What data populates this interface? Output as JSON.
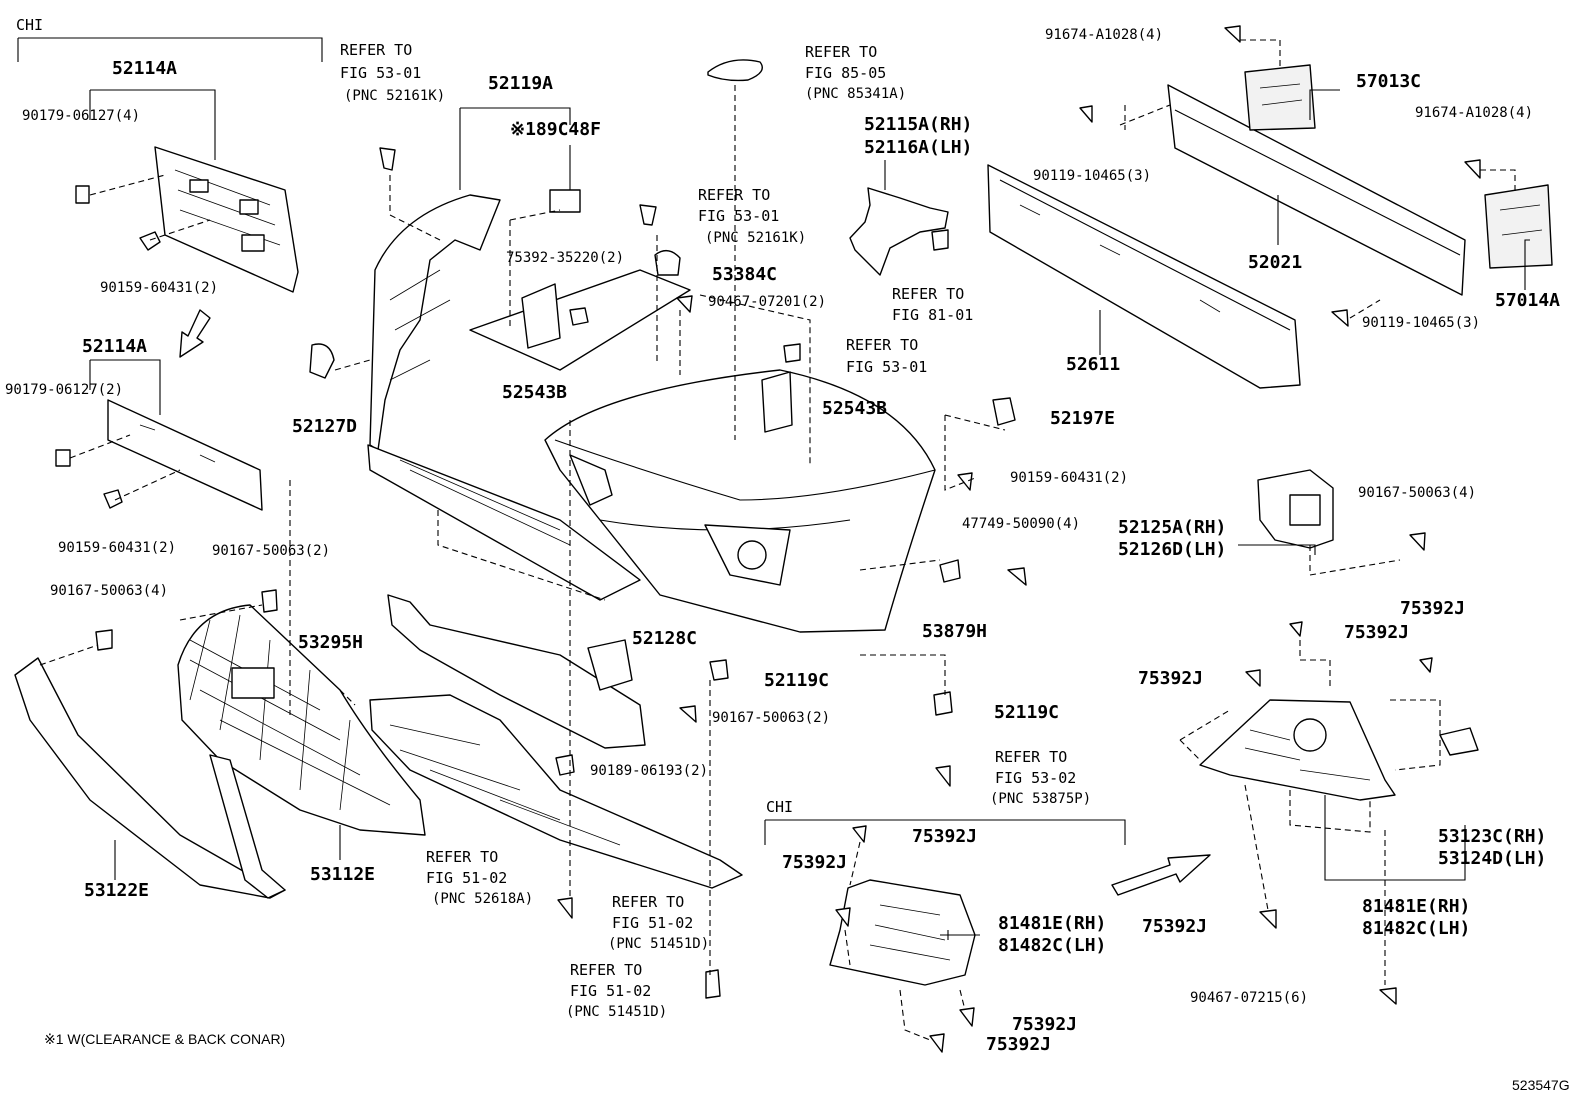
{
  "group_labels": {
    "chi_top": "CHI",
    "chi_bottom": "CHI"
  },
  "footnote": "※1 W(CLEARANCE & BACK CONAR)",
  "figure_id": "523547G",
  "callouts": {
    "c52114A_top": "52114A",
    "c90179_4": "90179-06127(4)",
    "c90159_2_top": "90159-60431(2)",
    "c52114A_mid": "52114A",
    "c90179_2": "90179-06127(2)",
    "c90159_2_mid": "90159-60431(2)",
    "ref_53_01_a1": "REFER TO",
    "ref_53_01_a2": "FIG 53-01",
    "ref_53_01_a3": "(PNC 52161K)",
    "c52119A": "52119A",
    "c189C48F": "※189C48F",
    "ref_85_05_1": "REFER TO",
    "ref_85_05_2": "FIG 85-05",
    "ref_85_05_3": "(PNC 85341A)",
    "ref_53_01_b1": "REFER TO",
    "ref_53_01_b2": "FIG 53-01",
    "ref_53_01_b3": "(PNC 52161K)",
    "c75392_35220": "75392-35220(2)",
    "c53384C": "53384C",
    "c90467_07201": "90467-07201(2)",
    "c52543B_left": "52543B",
    "c52127D": "52127D",
    "ref_53_01_c1": "REFER TO",
    "ref_53_01_c2": "FIG 53-01",
    "c52543B_right": "52543B",
    "c52115A": "52115A(RH)",
    "c52116A": "52116A(LH)",
    "ref_81_01_1": "REFER TO",
    "ref_81_01_2": "FIG 81-01",
    "c91674_top": "91674-A1028(4)",
    "c57013C": "57013C",
    "c90119_top": "90119-10465(3)",
    "c91674_right": "91674-A1028(4)",
    "c52021": "52021",
    "c52611": "52611",
    "c57014A": "57014A",
    "c90119_bottom": "90119-10465(3)",
    "c52197E": "52197E",
    "c90159_right": "90159-60431(2)",
    "c47749": "47749-50090(4)",
    "c52125A": "52125A(RH)",
    "c52126D": "52126D(LH)",
    "c90167_right": "90167-50063(4)",
    "c53879H": "53879H",
    "c90167_2_left": "90167-50063(2)",
    "c90167_4_left": "90167-50063(4)",
    "c53295H": "53295H",
    "c52128C": "52128C",
    "c52119C_left": "52119C",
    "c90167_2_mid": "90167-50063(2)",
    "c52119C_right": "52119C",
    "ref_53_02_1": "REFER TO",
    "ref_53_02_2": "FIG 53-02",
    "ref_53_02_3": "(PNC 53875P)",
    "c90189": "90189-06193(2)",
    "ref_51_02_a1": "REFER TO",
    "ref_51_02_a2": "FIG 51-02",
    "ref_51_02_a3": "(PNC 52618A)",
    "ref_51_02_b1": "REFER TO",
    "ref_51_02_b2": "FIG 51-02",
    "ref_51_02_b3": "(PNC 51451D)",
    "ref_51_02_c1": "REFER TO",
    "ref_51_02_c2": "FIG 51-02",
    "ref_51_02_c3": "(PNC 51451D)",
    "c53122E": "53122E",
    "c53112E": "53112E",
    "c75392J_a": "75392J",
    "c75392J_b": "75392J",
    "c75392J_c": "75392J",
    "c75392J_d": "75392J",
    "c75392J_e": "75392J",
    "c75392J_f": "75392J",
    "c75392J_g": "75392J",
    "c75392J_h": "75392J",
    "c53123C": "53123C(RH)",
    "c53124D": "53124D(LH)",
    "c81481E_mid": "81481E(RH)",
    "c81482C_mid": "81482C(LH)",
    "c81481E_right": "81481E(RH)",
    "c81482C_right": "81482C(LH)",
    "c90467_07215": "90467-07215(6)"
  }
}
